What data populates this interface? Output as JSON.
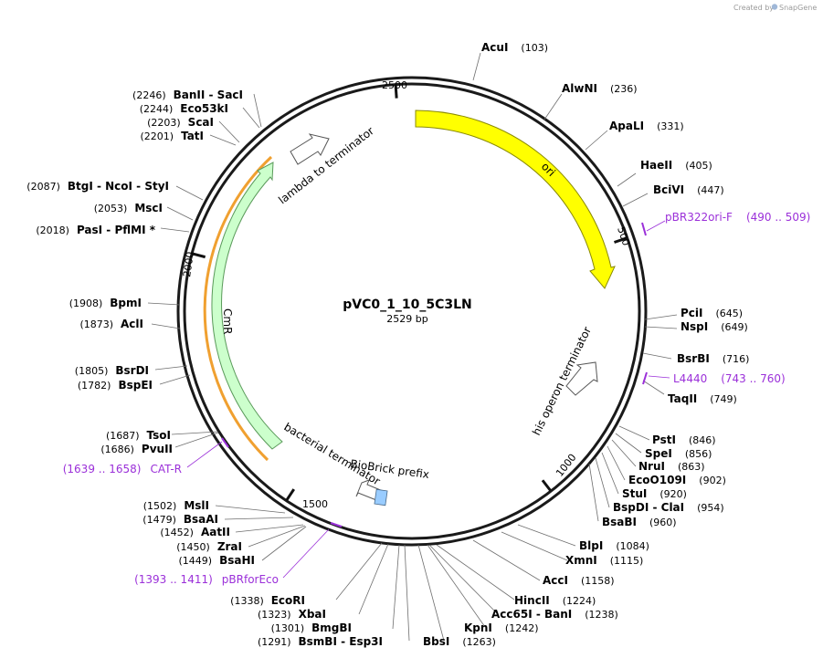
{
  "credit": {
    "created_by": "Created by",
    "app": "SnapGene"
  },
  "plasmid": {
    "name": "pVC0_1_10_5C3LN",
    "size_label": "2529 bp",
    "length": 2529
  },
  "ticks": [
    {
      "pos": 500,
      "label": "500"
    },
    {
      "pos": 1000,
      "label": "1000"
    },
    {
      "pos": 1500,
      "label": "1500"
    },
    {
      "pos": 2000,
      "label": "2000"
    },
    {
      "pos": 2500,
      "label": "2500"
    }
  ],
  "features": [
    {
      "name": "ori",
      "color": "#ffff00",
      "stroke": "#8a8a00"
    },
    {
      "name": "CmR",
      "color": "#ccffcc",
      "stroke": "#5a9a5a"
    },
    {
      "name": "lambda to terminator"
    },
    {
      "name": "his operon terminator"
    },
    {
      "name": "bacterial terminator"
    },
    {
      "name": "BioBrick prefix",
      "color": "#99ccff"
    }
  ],
  "enzymes": [
    {
      "text": "AcuI",
      "pos": "(103)"
    },
    {
      "text": "AlwNI",
      "pos": "(236)"
    },
    {
      "text": "ApaLI",
      "pos": "(331)"
    },
    {
      "text": "HaeII",
      "pos": "(405)"
    },
    {
      "text": "BciVI",
      "pos": "(447)"
    },
    {
      "text": "PciI",
      "pos": "(645)"
    },
    {
      "text": "NspI",
      "pos": "(649)"
    },
    {
      "text": "BsrBI",
      "pos": "(716)"
    },
    {
      "text": "TaqII",
      "pos": "(749)"
    },
    {
      "text": "PstI",
      "pos": "(846)"
    },
    {
      "text": "SpeI",
      "pos": "(856)"
    },
    {
      "text": "NruI",
      "pos": "(863)"
    },
    {
      "text": "EcoO109I",
      "pos": "(902)"
    },
    {
      "text": "StuI",
      "pos": "(920)"
    },
    {
      "text": "BspDI - ClaI",
      "pos": "(954)"
    },
    {
      "text": "BsaBI",
      "pos": "(960)"
    },
    {
      "text": "BlpI",
      "pos": "(1084)"
    },
    {
      "text": "XmnI",
      "pos": "(1115)"
    },
    {
      "text": "AccI",
      "pos": "(1158)"
    },
    {
      "text": "HincII",
      "pos": "(1224)"
    },
    {
      "text": "Acc65I - BanI",
      "pos": "(1238)"
    },
    {
      "text": "KpnI",
      "pos": "(1242)"
    },
    {
      "text": "BbsI",
      "pos": "(1263)"
    },
    {
      "text": "BsmBI - Esp3I",
      "pos": "(1291)"
    },
    {
      "text": "BmgBI",
      "pos": "(1301)"
    },
    {
      "text": "XbaI",
      "pos": "(1323)"
    },
    {
      "text": "EcoRI",
      "pos": "(1338)"
    },
    {
      "text": "BsaHI",
      "pos": "(1449)"
    },
    {
      "text": "ZraI",
      "pos": "(1450)"
    },
    {
      "text": "AatII",
      "pos": "(1452)"
    },
    {
      "text": "BsaAI",
      "pos": "(1479)"
    },
    {
      "text": "MslI",
      "pos": "(1502)"
    },
    {
      "text": "PvuII",
      "pos": "(1686)"
    },
    {
      "text": "TsoI",
      "pos": "(1687)"
    },
    {
      "text": "BspEI",
      "pos": "(1782)"
    },
    {
      "text": "BsrDI",
      "pos": "(1805)"
    },
    {
      "text": "AclI",
      "pos": "(1873)"
    },
    {
      "text": "BpmI",
      "pos": "(1908)"
    },
    {
      "text": "PasI - PflMI *",
      "pos": "(2018)"
    },
    {
      "text": "MscI",
      "pos": "(2053)"
    },
    {
      "text": "BtgI - NcoI - StyI",
      "pos": "(2087)"
    },
    {
      "text": "TatI",
      "pos": "(2201)"
    },
    {
      "text": "ScaI",
      "pos": "(2203)"
    },
    {
      "text": "Eco53kI",
      "pos": "(2244)"
    },
    {
      "text": "BanII - SacI",
      "pos": "(2246)"
    }
  ],
  "primers": [
    {
      "name": "pBR322ori-F",
      "range": "(490 .. 509)",
      "color": "#9b30d9"
    },
    {
      "name": "L4440",
      "range": "(743 .. 760)",
      "color": "#9b30d9"
    },
    {
      "name": "CAT-R",
      "range": "(1639 .. 1658)",
      "color": "#9b30d9"
    },
    {
      "name": "pBRforEco",
      "range": "(1393 .. 1411)",
      "color": "#9b30d9"
    }
  ]
}
